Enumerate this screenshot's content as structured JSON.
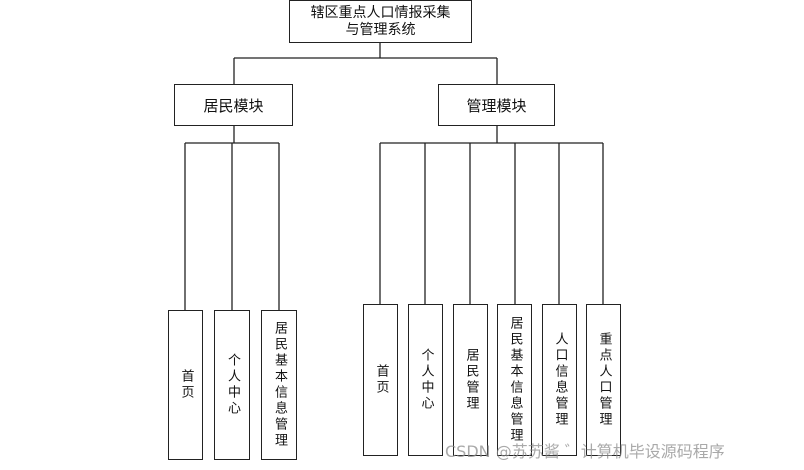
{
  "diagram": {
    "root": {
      "line1": "辖区重点人口情报采集",
      "line2": "与管理系统"
    },
    "modules": [
      {
        "label": "居民模块",
        "children": [
          "首页",
          "个人中心",
          "居民基本信息管理"
        ]
      },
      {
        "label": "管理模块",
        "children": [
          "首页",
          "个人中心",
          "居民管理",
          "居民基本信息管理",
          "人口信息管理",
          "重点人口管理"
        ]
      }
    ]
  },
  "watermark": "CSDN @苏苏酱  ゛计算机毕设源码程序"
}
